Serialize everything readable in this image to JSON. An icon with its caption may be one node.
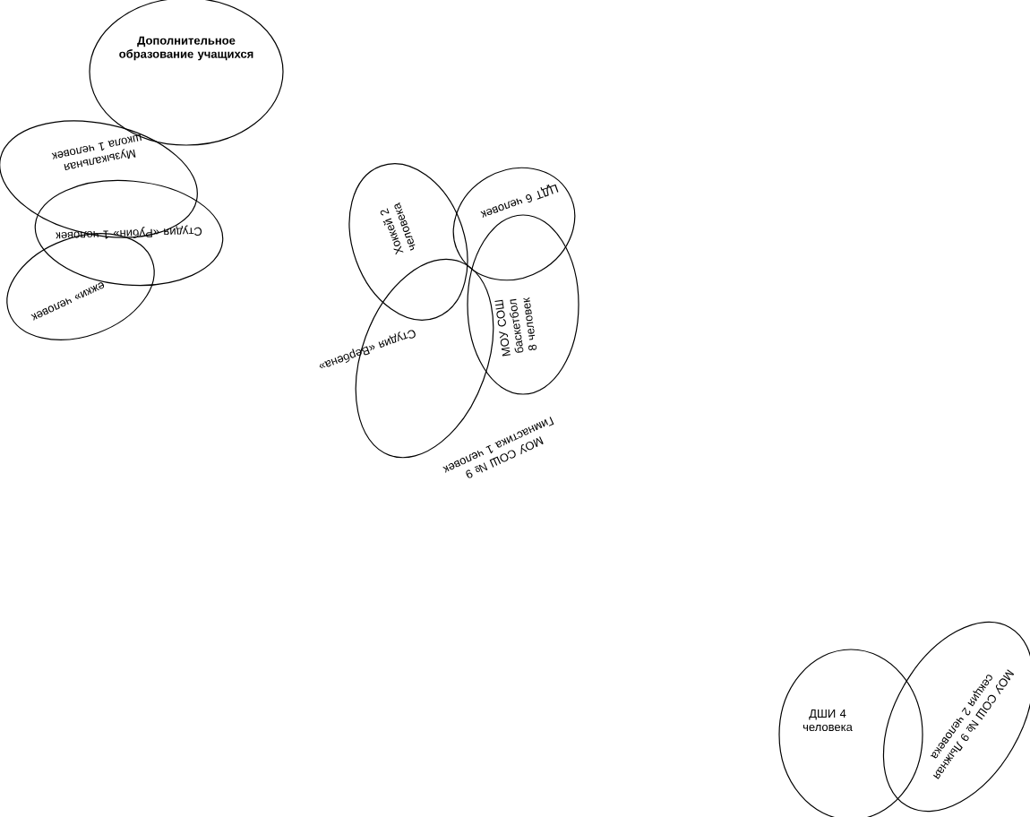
{
  "diagram": {
    "nodes": [
      {
        "text": [
          "Дополнительное образование учащихся"
        ]
      },
      {
        "text": [
          "Музыкальная школа 1 человек"
        ]
      },
      {
        "text": [
          "Студия «Рубин» 1 человек"
        ]
      },
      {
        "text": [
          "ежки» человек"
        ]
      },
      {
        "text": [
          "Хоккей 2 человека"
        ]
      },
      {
        "text": [
          "ЦДТ 6 человек"
        ]
      },
      {
        "text": [
          "МОУ СОШ баскетбол 8 человек"
        ]
      },
      {
        "text": [
          "Студия «Вербена»"
        ]
      },
      {
        "text": [
          "ДШИ 4 человека"
        ]
      },
      {
        "text": [
          "МОУ СОШ № 9 Лыжная секция 2 человека"
        ]
      }
    ],
    "edges": [],
    "labels": [
      "МОУ СОШ № 9 Гимнастика 1 человек"
    ]
  }
}
